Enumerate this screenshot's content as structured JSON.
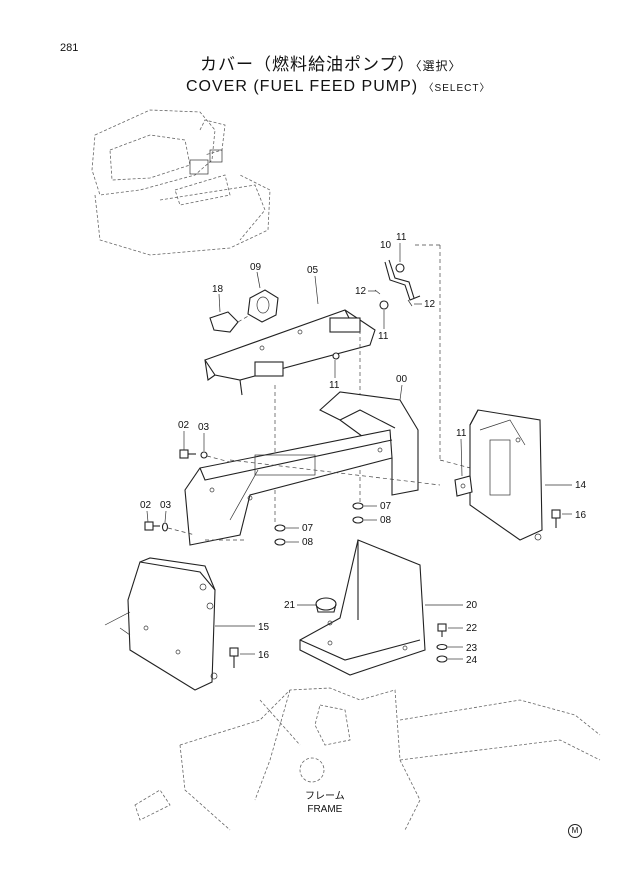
{
  "page_number": "281",
  "title_jp": "カバー（燃料給油ポンプ）",
  "title_jp_select": "〈選択〉",
  "title_en": "COVER (FUEL FEED PUMP)",
  "title_en_select": "〈SELECT〉",
  "frame_jp": "フレーム",
  "frame_en": "FRAME",
  "mark": "M",
  "callouts": {
    "c09": "09",
    "c18": "18",
    "c05": "05",
    "c10": "10",
    "c11a": "11",
    "c12a": "12",
    "c12b": "12",
    "c11b": "11",
    "c11c": "11",
    "c00": "00",
    "c02a": "02",
    "c03a": "03",
    "c11d": "11",
    "c14": "14",
    "c16a": "16",
    "c02b": "02",
    "c03b": "03",
    "c07a": "07",
    "c08a": "08",
    "c07b": "07",
    "c08b": "08",
    "c15": "15",
    "c16b": "16",
    "c21": "21",
    "c20": "20",
    "c22": "22",
    "c23": "23",
    "c24": "24"
  }
}
